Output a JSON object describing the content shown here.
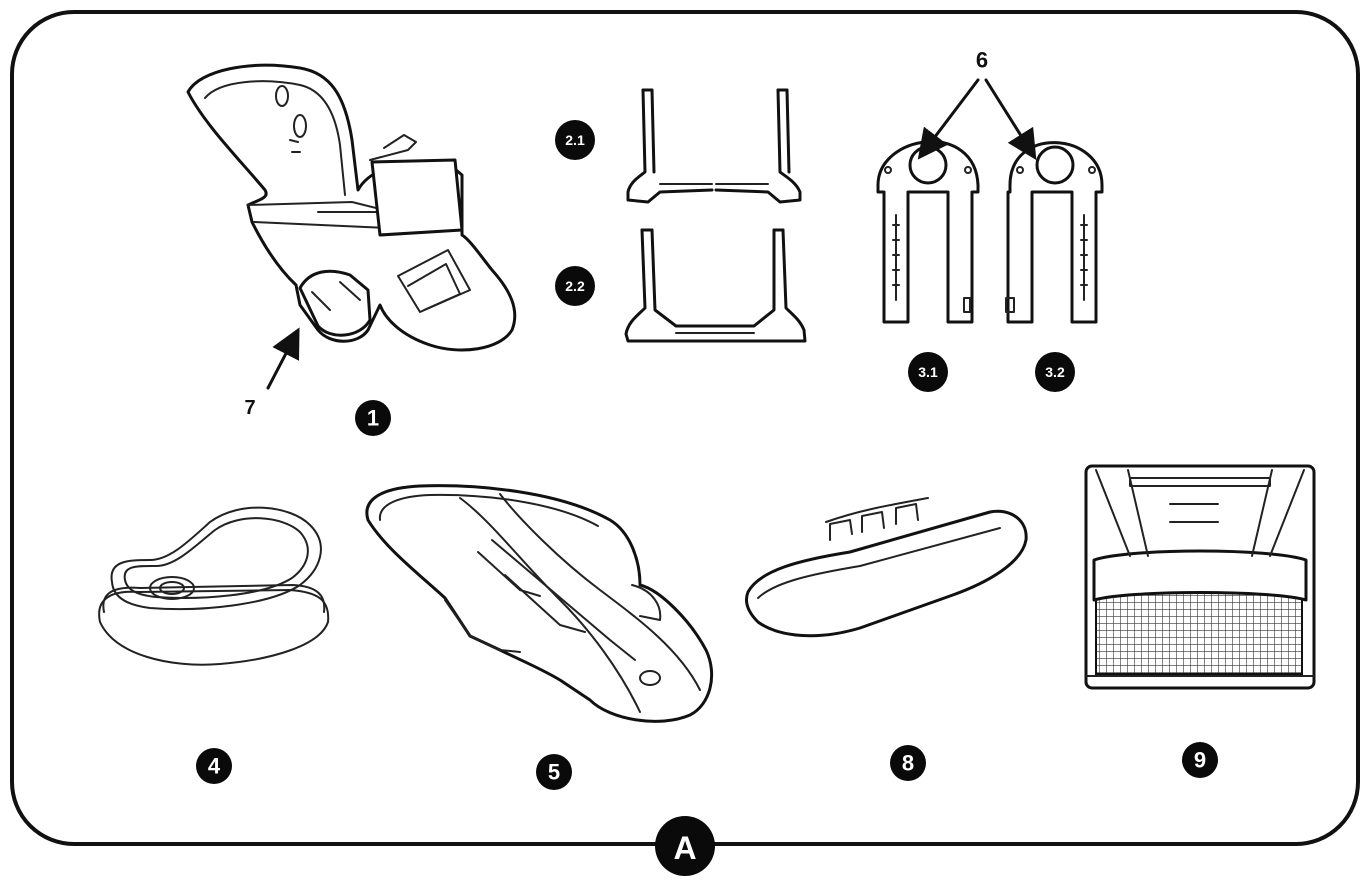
{
  "diagram": {
    "figure_label": "A",
    "badges": {
      "seat": "1",
      "front_legs": "2.1",
      "rear_legs": "2.2",
      "left_arm": "3.1",
      "right_arm": "3.2",
      "tray": "4",
      "cushion": "5",
      "footrest": "8",
      "basket": "9"
    },
    "callouts": {
      "knobs": "6",
      "release": "7"
    }
  }
}
